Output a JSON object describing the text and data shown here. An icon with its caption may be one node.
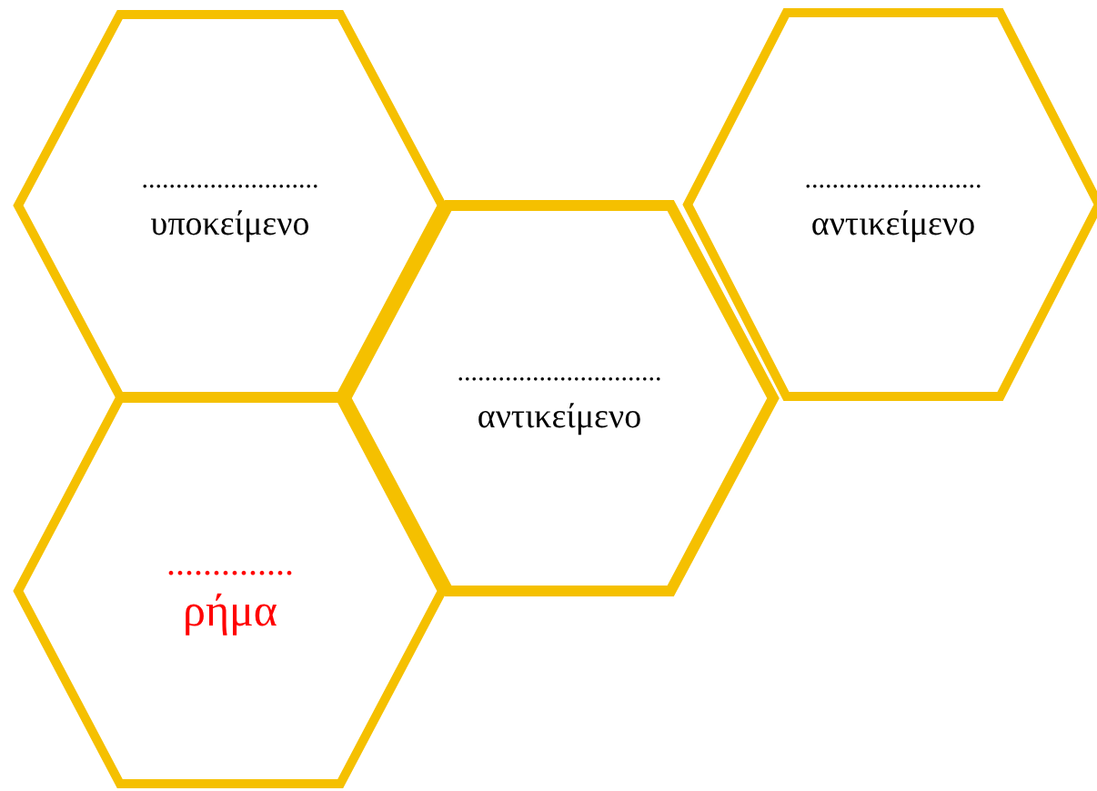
{
  "diagram": {
    "nodes": [
      {
        "text": [
          "..........................",
          "υποκείμενο"
        ]
      },
      {
        "text": [
          "..............................",
          "αντικείμενο"
        ]
      },
      {
        "text": [
          "..........................",
          "αντικείμενο"
        ]
      },
      {
        "text": [
          "..............",
          "ρήμα"
        ]
      }
    ]
  }
}
